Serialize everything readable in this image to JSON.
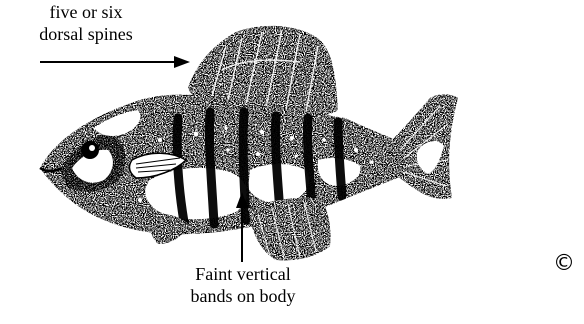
{
  "annotations": {
    "spines": {
      "line1": "five or six",
      "line2": "dorsal spines"
    },
    "bands": {
      "line1": "Faint vertical",
      "line2": "bands on body"
    }
  },
  "copyright_symbol": "©",
  "colors": {
    "ink": "#000000",
    "paper": "#ffffff"
  }
}
